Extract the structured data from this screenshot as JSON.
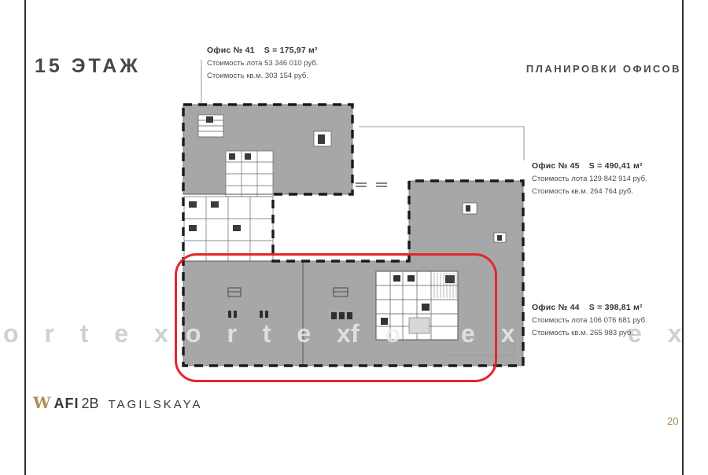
{
  "header": {
    "title": "15 ЭТАЖ",
    "subtitle": "ПЛАНИРОВКИ ОФИСОВ"
  },
  "offices": {
    "o41": {
      "name": "Офис № 41",
      "area": "S = 175,97 м²",
      "lot": "Стоимость лота 53 346 010 руб.",
      "sqm": "Стоимость кв.м. 303 154 руб."
    },
    "o45": {
      "name": "Офис № 45",
      "area": "S = 490,41 м²",
      "lot": "Стоимость лота 129 842 914 руб.",
      "sqm": "Стоимость кв.м.  264 764 руб."
    },
    "o44": {
      "name": "Офис № 44",
      "area": "S = 398,81 м²",
      "lot": "Стоимость лота 106 076 681 руб.",
      "sqm": "Стоимость кв.м. 265 983 руб."
    }
  },
  "watermark": [
    "o r t e x",
    "o r t e x",
    "f o",
    "e x",
    "e x"
  ],
  "footer": {
    "logo_glyph": "W",
    "brand": "AFI",
    "brand_suffix": "2B",
    "location": "TAGILSKAYA",
    "page_number": "20"
  },
  "colors": {
    "accent_red": "#e2272b",
    "gold": "#ab8a52",
    "plan_gray": "#a7a7a7",
    "ink": "#3d3d45"
  }
}
